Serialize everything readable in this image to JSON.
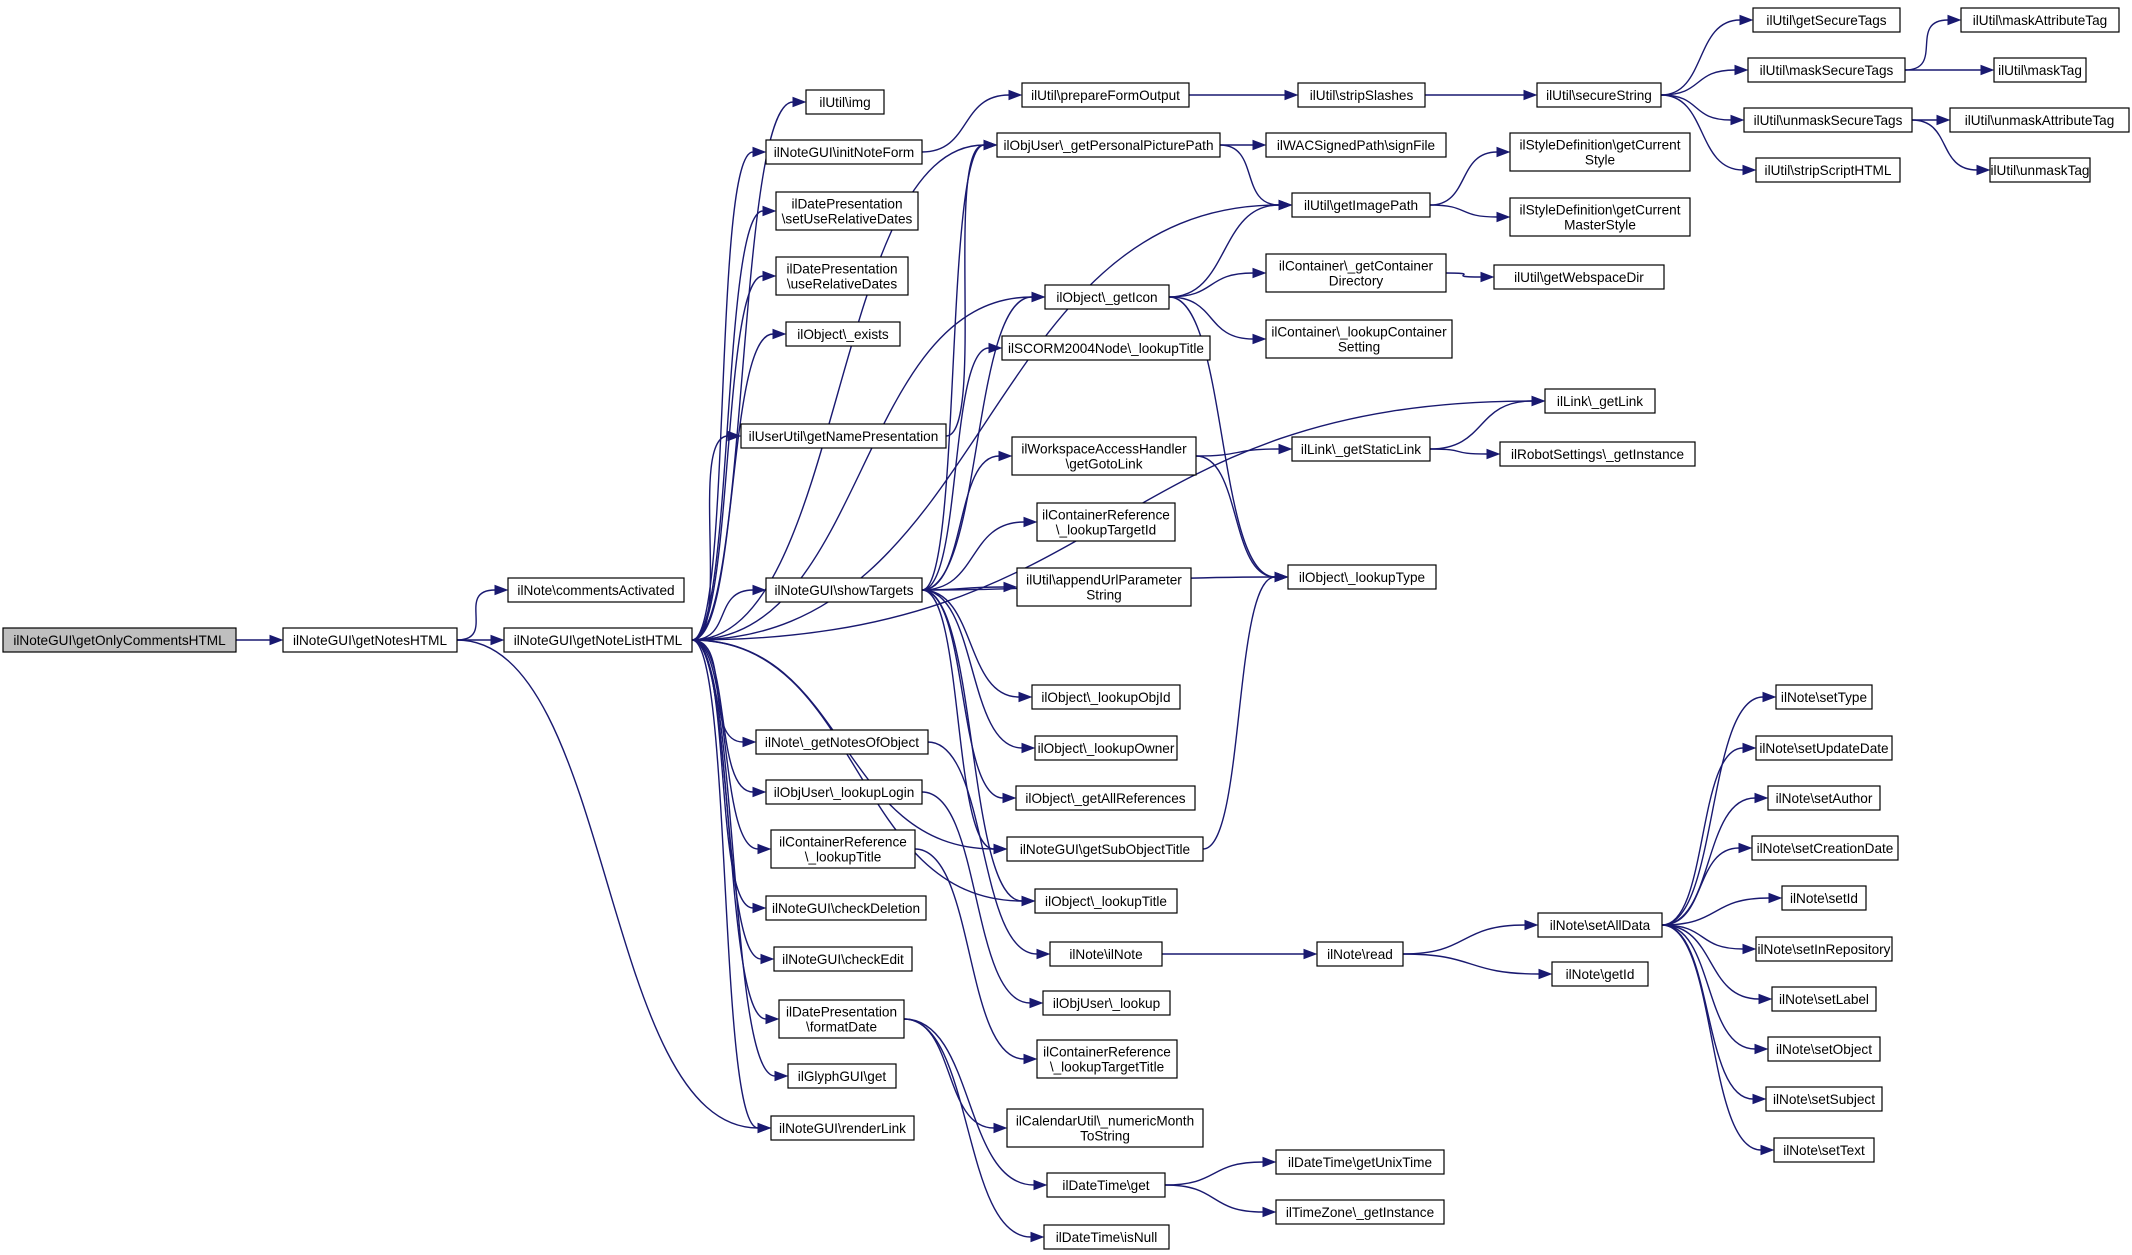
{
  "graph": {
    "nodes": [
      {
        "id": "root",
        "lines": [
          "ilNoteGUI\\getOnlyCommentsHTML"
        ],
        "root": true
      },
      {
        "id": "getNotesHTML",
        "lines": [
          "ilNoteGUI\\getNotesHTML"
        ]
      },
      {
        "id": "commentsActivated",
        "lines": [
          "ilNote\\commentsActivated"
        ]
      },
      {
        "id": "getNoteListHTML",
        "lines": [
          "ilNoteGUI\\getNoteListHTML"
        ]
      },
      {
        "id": "img",
        "lines": [
          "ilUtil\\img"
        ]
      },
      {
        "id": "initNoteForm",
        "lines": [
          "ilNoteGUI\\initNoteForm"
        ]
      },
      {
        "id": "setUseRelativeDates",
        "lines": [
          "ilDatePresentation",
          "\\setUseRelativeDates"
        ]
      },
      {
        "id": "useRelativeDates",
        "lines": [
          "ilDatePresentation",
          "\\useRelativeDates"
        ]
      },
      {
        "id": "objExists",
        "lines": [
          "ilObject\\_exists"
        ]
      },
      {
        "id": "getNamePresentation",
        "lines": [
          "ilUserUtil\\getNamePresentation"
        ]
      },
      {
        "id": "showTargets",
        "lines": [
          "ilNoteGUI\\showTargets"
        ]
      },
      {
        "id": "getNotesOfObject",
        "lines": [
          "ilNote\\_getNotesOfObject"
        ]
      },
      {
        "id": "lookupLogin",
        "lines": [
          "ilObjUser\\_lookupLogin"
        ]
      },
      {
        "id": "crLookupTitle",
        "lines": [
          "ilContainerReference",
          "\\_lookupTitle"
        ]
      },
      {
        "id": "checkDeletion",
        "lines": [
          "ilNoteGUI\\checkDeletion"
        ]
      },
      {
        "id": "checkEdit",
        "lines": [
          "ilNoteGUI\\checkEdit"
        ]
      },
      {
        "id": "formatDate",
        "lines": [
          "ilDatePresentation",
          "\\formatDate"
        ]
      },
      {
        "id": "glyphGet",
        "lines": [
          "ilGlyphGUI\\get"
        ]
      },
      {
        "id": "renderLink",
        "lines": [
          "ilNoteGUI\\renderLink"
        ]
      },
      {
        "id": "prepareFormOutput",
        "lines": [
          "ilUtil\\prepareFormOutput"
        ]
      },
      {
        "id": "getPersonalPicturePath",
        "lines": [
          "ilObjUser\\_getPersonalPicturePath"
        ]
      },
      {
        "id": "getIcon",
        "lines": [
          "ilObject\\_getIcon"
        ]
      },
      {
        "id": "scormLookupTitle",
        "lines": [
          "ilSCORM2004Node\\_lookupTitle"
        ]
      },
      {
        "id": "getGotoLink",
        "lines": [
          "ilWorkspaceAccessHandler",
          "\\getGotoLink"
        ]
      },
      {
        "id": "lookupTargetId",
        "lines": [
          "ilContainerReference",
          "\\_lookupTargetId"
        ]
      },
      {
        "id": "appendUrlParameterString",
        "lines": [
          "ilUtil\\appendUrlParameter",
          "String"
        ]
      },
      {
        "id": "lookupObjId",
        "lines": [
          "ilObject\\_lookupObjId"
        ]
      },
      {
        "id": "lookupOwner",
        "lines": [
          "ilObject\\_lookupOwner"
        ]
      },
      {
        "id": "getAllReferences",
        "lines": [
          "ilObject\\_getAllReferences"
        ]
      },
      {
        "id": "getSubObjectTitle",
        "lines": [
          "ilNoteGUI\\getSubObjectTitle"
        ]
      },
      {
        "id": "objLookupTitle",
        "lines": [
          "ilObject\\_lookupTitle"
        ]
      },
      {
        "id": "ilNoteCtor",
        "lines": [
          "ilNote\\ilNote"
        ]
      },
      {
        "id": "objUserLookup",
        "lines": [
          "ilObjUser\\_lookup"
        ]
      },
      {
        "id": "lookupTargetTitle",
        "lines": [
          "ilContainerReference",
          "\\_lookupTargetTitle"
        ]
      },
      {
        "id": "numericMonthToString",
        "lines": [
          "ilCalendarUtil\\_numericMonth",
          "ToString"
        ]
      },
      {
        "id": "dateTimeGet",
        "lines": [
          "ilDateTime\\get"
        ]
      },
      {
        "id": "isNull",
        "lines": [
          "ilDateTime\\isNull"
        ]
      },
      {
        "id": "stripSlashes",
        "lines": [
          "ilUtil\\stripSlashes"
        ]
      },
      {
        "id": "signFile",
        "lines": [
          "ilWACSignedPath\\signFile"
        ]
      },
      {
        "id": "getImagePath",
        "lines": [
          "ilUtil\\getImagePath"
        ]
      },
      {
        "id": "getContainerDirectory",
        "lines": [
          "ilContainer\\_getContainer",
          "Directory"
        ]
      },
      {
        "id": "lookupContainerSetting",
        "lines": [
          "ilContainer\\_lookupContainer",
          "Setting"
        ]
      },
      {
        "id": "getStaticLink",
        "lines": [
          "ilLink\\_getStaticLink"
        ]
      },
      {
        "id": "lookupType",
        "lines": [
          "ilObject\\_lookupType"
        ]
      },
      {
        "id": "noteRead",
        "lines": [
          "ilNote\\read"
        ]
      },
      {
        "id": "getUnixTime",
        "lines": [
          "ilDateTime\\getUnixTime"
        ]
      },
      {
        "id": "tzGetInstance",
        "lines": [
          "ilTimeZone\\_getInstance"
        ]
      },
      {
        "id": "secureString",
        "lines": [
          "ilUtil\\secureString"
        ]
      },
      {
        "id": "getCurrentStyle",
        "lines": [
          "ilStyleDefinition\\getCurrent",
          "Style"
        ]
      },
      {
        "id": "getCurrentMasterStyle",
        "lines": [
          "ilStyleDefinition\\getCurrent",
          "MasterStyle"
        ]
      },
      {
        "id": "getWebspaceDir",
        "lines": [
          "ilUtil\\getWebspaceDir"
        ]
      },
      {
        "id": "getLink",
        "lines": [
          "ilLink\\_getLink"
        ]
      },
      {
        "id": "robotGetInstance",
        "lines": [
          "ilRobotSettings\\_getInstance"
        ]
      },
      {
        "id": "setAllData",
        "lines": [
          "ilNote\\setAllData"
        ]
      },
      {
        "id": "getId",
        "lines": [
          "ilNote\\getId"
        ]
      },
      {
        "id": "getSecureTags",
        "lines": [
          "ilUtil\\getSecureTags"
        ]
      },
      {
        "id": "maskSecureTags",
        "lines": [
          "ilUtil\\maskSecureTags"
        ]
      },
      {
        "id": "unmaskSecureTags",
        "lines": [
          "ilUtil\\unmaskSecureTags"
        ]
      },
      {
        "id": "stripScriptHTML",
        "lines": [
          "ilUtil\\stripScriptHTML"
        ]
      },
      {
        "id": "maskAttributeTag",
        "lines": [
          "ilUtil\\maskAttributeTag"
        ]
      },
      {
        "id": "maskTag",
        "lines": [
          "ilUtil\\maskTag"
        ]
      },
      {
        "id": "unmaskAttributeTag",
        "lines": [
          "ilUtil\\unmaskAttributeTag"
        ]
      },
      {
        "id": "unmaskTag",
        "lines": [
          "ilUtil\\unmaskTag"
        ]
      },
      {
        "id": "setType",
        "lines": [
          "ilNote\\setType"
        ]
      },
      {
        "id": "setUpdateDate",
        "lines": [
          "ilNote\\setUpdateDate"
        ]
      },
      {
        "id": "setAuthor",
        "lines": [
          "ilNote\\setAuthor"
        ]
      },
      {
        "id": "setCreationDate",
        "lines": [
          "ilNote\\setCreationDate"
        ]
      },
      {
        "id": "setId",
        "lines": [
          "ilNote\\setId"
        ]
      },
      {
        "id": "setInRepository",
        "lines": [
          "ilNote\\setInRepository"
        ]
      },
      {
        "id": "setLabel",
        "lines": [
          "ilNote\\setLabel"
        ]
      },
      {
        "id": "setObject",
        "lines": [
          "ilNote\\setObject"
        ]
      },
      {
        "id": "setSubject",
        "lines": [
          "ilNote\\setSubject"
        ]
      },
      {
        "id": "setText",
        "lines": [
          "ilNote\\setText"
        ]
      }
    ],
    "edges": [
      [
        "root",
        "getNotesHTML"
      ],
      [
        "getNotesHTML",
        "commentsActivated"
      ],
      [
        "getNotesHTML",
        "getNoteListHTML"
      ],
      [
        "getNotesHTML",
        "renderLink"
      ],
      [
        "getNoteListHTML",
        "img"
      ],
      [
        "getNoteListHTML",
        "initNoteForm"
      ],
      [
        "getNoteListHTML",
        "setUseRelativeDates"
      ],
      [
        "getNoteListHTML",
        "useRelativeDates"
      ],
      [
        "getNoteListHTML",
        "objExists"
      ],
      [
        "getNoteListHTML",
        "getNamePresentation"
      ],
      [
        "getNoteListHTML",
        "showTargets"
      ],
      [
        "getNoteListHTML",
        "getNotesOfObject"
      ],
      [
        "getNoteListHTML",
        "lookupLogin"
      ],
      [
        "getNoteListHTML",
        "crLookupTitle"
      ],
      [
        "getNoteListHTML",
        "checkDeletion"
      ],
      [
        "getNoteListHTML",
        "checkEdit"
      ],
      [
        "getNoteListHTML",
        "formatDate"
      ],
      [
        "getNoteListHTML",
        "glyphGet"
      ],
      [
        "getNoteListHTML",
        "renderLink"
      ],
      [
        "getNoteListHTML",
        "getPersonalPicturePath"
      ],
      [
        "getNoteListHTML",
        "getIcon"
      ],
      [
        "getNoteListHTML",
        "getImagePath"
      ],
      [
        "getNoteListHTML",
        "getLink"
      ],
      [
        "getNoteListHTML",
        "getSubObjectTitle"
      ],
      [
        "getNoteListHTML",
        "objLookupTitle"
      ],
      [
        "initNoteForm",
        "prepareFormOutput"
      ],
      [
        "prepareFormOutput",
        "stripSlashes"
      ],
      [
        "stripSlashes",
        "secureString"
      ],
      [
        "secureString",
        "getSecureTags"
      ],
      [
        "secureString",
        "maskSecureTags"
      ],
      [
        "secureString",
        "unmaskSecureTags"
      ],
      [
        "secureString",
        "stripScriptHTML"
      ],
      [
        "maskSecureTags",
        "maskAttributeTag"
      ],
      [
        "maskSecureTags",
        "maskTag"
      ],
      [
        "unmaskSecureTags",
        "unmaskAttributeTag"
      ],
      [
        "unmaskSecureTags",
        "unmaskTag"
      ],
      [
        "getNamePresentation",
        "getPersonalPicturePath"
      ],
      [
        "getPersonalPicturePath",
        "signFile"
      ],
      [
        "getPersonalPicturePath",
        "getImagePath"
      ],
      [
        "getImagePath",
        "getCurrentStyle"
      ],
      [
        "getImagePath",
        "getCurrentMasterStyle"
      ],
      [
        "showTargets",
        "getPersonalPicturePath"
      ],
      [
        "showTargets",
        "getIcon"
      ],
      [
        "showTargets",
        "scormLookupTitle"
      ],
      [
        "showTargets",
        "getGotoLink"
      ],
      [
        "showTargets",
        "lookupTargetId"
      ],
      [
        "showTargets",
        "appendUrlParameterString"
      ],
      [
        "showTargets",
        "lookupType"
      ],
      [
        "showTargets",
        "lookupObjId"
      ],
      [
        "showTargets",
        "lookupOwner"
      ],
      [
        "showTargets",
        "getAllReferences"
      ],
      [
        "showTargets",
        "getSubObjectTitle"
      ],
      [
        "showTargets",
        "objLookupTitle"
      ],
      [
        "getIcon",
        "getImagePath"
      ],
      [
        "getIcon",
        "getContainerDirectory"
      ],
      [
        "getIcon",
        "lookupContainerSetting"
      ],
      [
        "getIcon",
        "lookupType"
      ],
      [
        "getContainerDirectory",
        "getWebspaceDir"
      ],
      [
        "getGotoLink",
        "getStaticLink"
      ],
      [
        "getGotoLink",
        "lookupType"
      ],
      [
        "getStaticLink",
        "getLink"
      ],
      [
        "getStaticLink",
        "robotGetInstance"
      ],
      [
        "getSubObjectTitle",
        "lookupType"
      ],
      [
        "getNotesOfObject",
        "ilNoteCtor"
      ],
      [
        "ilNoteCtor",
        "noteRead"
      ],
      [
        "noteRead",
        "setAllData"
      ],
      [
        "noteRead",
        "getId"
      ],
      [
        "setAllData",
        "setType"
      ],
      [
        "setAllData",
        "setUpdateDate"
      ],
      [
        "setAllData",
        "setAuthor"
      ],
      [
        "setAllData",
        "setCreationDate"
      ],
      [
        "setAllData",
        "setId"
      ],
      [
        "setAllData",
        "setInRepository"
      ],
      [
        "setAllData",
        "setLabel"
      ],
      [
        "setAllData",
        "setObject"
      ],
      [
        "setAllData",
        "setSubject"
      ],
      [
        "setAllData",
        "setText"
      ],
      [
        "lookupLogin",
        "objUserLookup"
      ],
      [
        "crLookupTitle",
        "lookupTargetTitle"
      ],
      [
        "formatDate",
        "numericMonthToString"
      ],
      [
        "formatDate",
        "dateTimeGet"
      ],
      [
        "formatDate",
        "isNull"
      ],
      [
        "dateTimeGet",
        "getUnixTime"
      ],
      [
        "dateTimeGet",
        "tzGetInstance"
      ]
    ]
  }
}
